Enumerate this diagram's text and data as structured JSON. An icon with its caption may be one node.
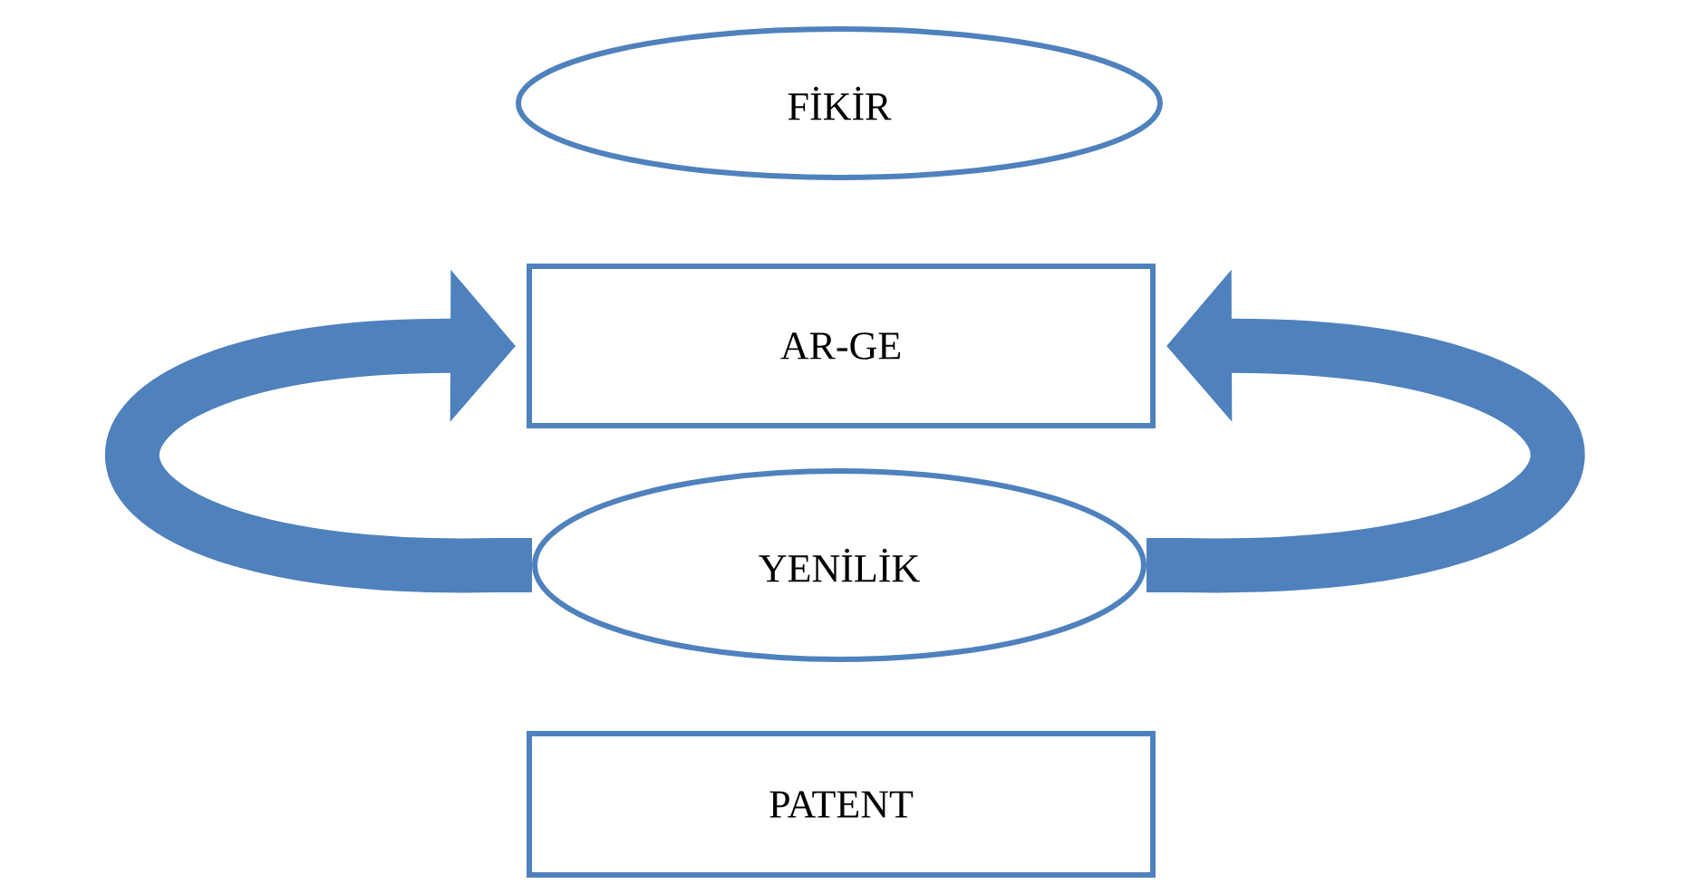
{
  "diagram": {
    "nodes": [
      {
        "text": [
          "FİKİR"
        ]
      },
      {
        "text": [
          "AR-GE"
        ]
      },
      {
        "text": [
          "YENİLİK"
        ]
      },
      {
        "text": [
          "PATENT"
        ]
      }
    ],
    "edges": [
      {
        "from": 2,
        "to": 1,
        "arrow": "to"
      },
      {
        "from": 2,
        "to": 1,
        "arrow": "to"
      }
    ]
  }
}
